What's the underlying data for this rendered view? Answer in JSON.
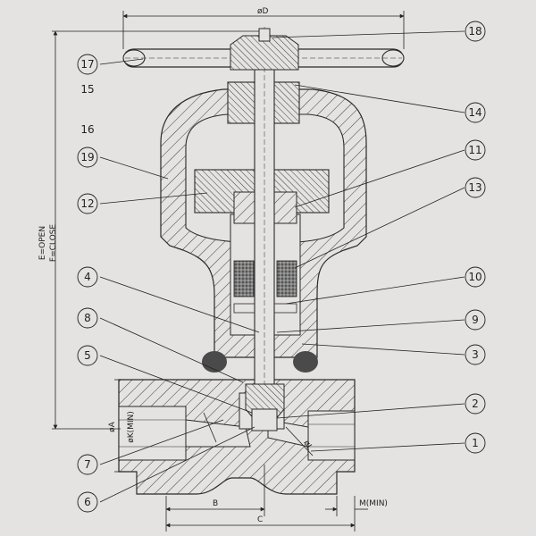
{
  "colors": {
    "background": "#e4e3e1",
    "line": "#2a2a2a",
    "hatch": "#3a3a3a",
    "gasket": "#4a4a4a",
    "packing": "#333333"
  },
  "dimensions": {
    "handwheel_dia": "øD",
    "height": "E=OPEN\nF=CLOSE",
    "height_open": "E=OPEN",
    "height_close": "F=CLOSE",
    "bore_a": "øA",
    "bore_k": "øK(MIN)",
    "angle_l": "øL",
    "width_b": "B",
    "width_c": "C",
    "width_m": "M(MIN)"
  },
  "callouts": {
    "c1": "1",
    "c2": "2",
    "c3": "3",
    "c4": "4",
    "c5": "5",
    "c6": "6",
    "c7": "7",
    "c8": "8",
    "c9": "9",
    "c10": "10",
    "c11": "11",
    "c12": "12",
    "c13": "13",
    "c14": "14",
    "c15": "15",
    "c16": "16",
    "c17": "17",
    "c18": "18",
    "c19": "19"
  }
}
